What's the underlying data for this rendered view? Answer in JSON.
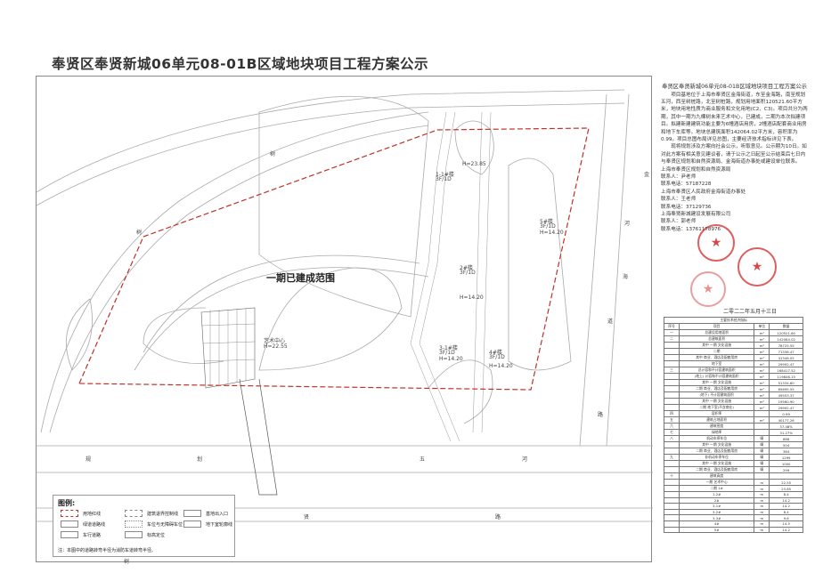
{
  "title": "奉贤区奉贤新城06单元08-01B区域地块项目工程方案公示",
  "plan": {
    "phase1_label": "一期已建成范围",
    "art_center": "艺术中心",
    "art_center_h": "H=22.55",
    "buildings": [
      {
        "name": "1-1#楼",
        "info": "3F/1D",
        "h": "H=23.85"
      },
      {
        "name": "5#楼",
        "info": "3F/1D",
        "h": "H=14.20"
      },
      {
        "name": "2#楼",
        "info": "3F/1D",
        "h": "H=14.20"
      },
      {
        "name": "3-1#楼",
        "info": "3F/1D",
        "h": "H=14.20"
      },
      {
        "name": "4#楼",
        "info": "3F/1D",
        "h": "H=14.20"
      }
    ],
    "roads": {
      "top": "树",
      "left": "树",
      "bottom1": [
        "规",
        "划",
        "五",
        "河"
      ],
      "bottom2": [
        "树",
        "贤",
        "路"
      ],
      "right": [
        "金",
        "海",
        "道",
        "路"
      ],
      "right2": "河"
    }
  },
  "legend": {
    "title": "图例:",
    "items": [
      "用地红线",
      "建筑退界控制线",
      "基地出入口",
      "绿道道路线",
      "车位与无障碍车位",
      "地下室轮廓线",
      "车行道路",
      "标高定位"
    ],
    "note": "注：本图中的道路转弯半径为消防车道转弯半径。"
  },
  "notice": {
    "heading": "奉贤区奉贤新城06单元08-01B区域地块项目工程方案公示",
    "para1": "项目基地位于上海市奉贤区金海街道，东至金海路，南至规划五河，西至树桩路，北至树桩路，规划用地面积120521.60平方米，地块用地性质为商业服务和文化用地(C2、C3)。项目共分为两期，其中一期为九棵树未来艺术中心，已建成，二期为本次拟建项目。拟建新建建筑功能主要为6幢酒店用房，2幢酒店配套商业用房和地下车库等。地块总建筑面积142064.02平方米，容积率为0.99。项目总图布局详见总图，主要经济技术指标详见下表。",
    "para2": "现将规划涉及方案向社会公示，听取意见。公示期为10日。如对此方案有相关意见建议者，请于公示之日起至公示结束后七日内与奉贤区规划和自然资源局、金海街道办事处或建设单位联系。",
    "contacts": [
      "上海市奉贤区规划和自然资源局",
      "联系人：尹老师",
      "联系电话：57187228",
      "上海市奉贤区人民政府金海街道办事处",
      "联系人：王老师",
      "联系电话：37129736",
      "上海奉贤新城建设发展有限公司",
      "联系人：郭老师",
      "联系电话：13761178976"
    ],
    "date": "二零二二年五月十三日"
  },
  "table": {
    "caption": "主要技术经济指标",
    "headers": [
      "序号",
      "项目",
      "单位",
      "数量"
    ],
    "rows": [
      [
        "一",
        "总建设用地面积",
        "m²",
        "120521.60"
      ],
      [
        "二",
        "总建筑面积",
        "m²",
        "142064.02"
      ],
      [
        "",
        "其中 一期 文化设施",
        "m²",
        "78725.55"
      ],
      [
        "",
        "二期",
        "m²",
        "71338.47"
      ],
      [
        "",
        "其中 商业、酒店及配套用房",
        "m²",
        "41346.05"
      ],
      [
        "",
        "地下室",
        "m²",
        "29992.47"
      ],
      [
        "三",
        "总计容和不计容建筑面积",
        "m²",
        "168417.52"
      ],
      [
        "",
        "(地上) 计容和不计容建筑面积",
        "m²",
        "119846.15"
      ],
      [
        "",
        "其中 一期 文化设施",
        "m²",
        "51334.60"
      ],
      [
        "",
        "二期 商业、酒店及配套用房",
        "m²",
        "65695.55"
      ],
      [
        "",
        "(地下) 不计容建筑面积",
        "m²",
        "49553.37"
      ],
      [
        "",
        "其中 一期 文化设施",
        "m²",
        "19560.90"
      ],
      [
        "",
        "二期 地下室(不含商业)",
        "m²",
        "29992.47"
      ],
      [
        "四",
        "容积率",
        "",
        "0.99"
      ],
      [
        "五",
        "建筑占地面积",
        "m²",
        "40177.26"
      ],
      [
        "六",
        "建筑密度",
        "",
        "37.48%"
      ],
      [
        "七",
        "绿地率",
        "",
        "31.27%"
      ],
      [
        "八",
        "机动车停车位",
        "辆",
        "888"
      ],
      [
        "",
        "其中 一期 文化设施",
        "辆",
        "504"
      ],
      [
        "",
        "二期 商业、酒店及配套用房",
        "辆",
        "384"
      ],
      [
        "九",
        "非机动车停车位",
        "辆",
        "1299"
      ],
      [
        "",
        "其中 一期 文化设施",
        "辆",
        "1000"
      ],
      [
        "",
        "二期 商业、酒店及配套用房",
        "辆",
        "299"
      ],
      [
        "十",
        "建筑高度",
        "",
        ""
      ],
      [
        "",
        "一期 艺术中心",
        "m",
        "22.55"
      ],
      [
        "",
        "二期 1#",
        "m",
        "23.85"
      ],
      [
        "",
        "1-2#",
        "m",
        "8.4"
      ],
      [
        "",
        "2#",
        "m",
        "14.2"
      ],
      [
        "",
        "3-1#",
        "m",
        "14.2"
      ],
      [
        "",
        "3-2#",
        "m",
        "8.4"
      ],
      [
        "",
        "3-3#",
        "m",
        "9.6"
      ],
      [
        "",
        "4#",
        "m",
        "14.5"
      ],
      [
        "",
        "5#",
        "m",
        "14.2"
      ]
    ]
  }
}
